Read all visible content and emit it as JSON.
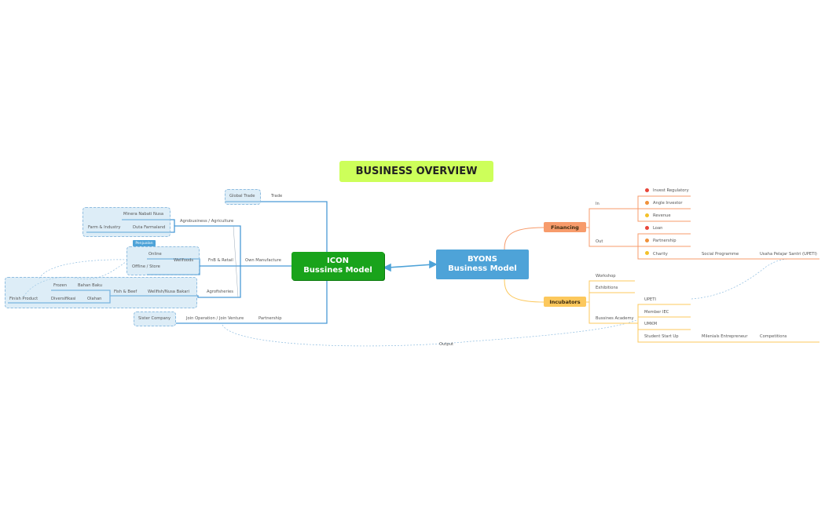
{
  "title": "BUSINESS OVERVIEW",
  "center_left": {
    "line1": "ICON",
    "line2": "Bussines Model"
  },
  "center_right": {
    "line1": "BYONS",
    "line2": "Business Model"
  },
  "left": {
    "global_trade": "Global Trade",
    "trade": "Trade",
    "minera": "Minera Nabati Nusa",
    "agrobusiness": "Agrobusiness / Agriculture",
    "farm_industry": "Farm & Industry",
    "duta": "Duta Farmaland",
    "penjualan": "Penjualan",
    "online": "Online",
    "wellfoods": "Wellfoods",
    "fnb": "FnB & Retail",
    "own_manufacture": "Own Manufacture",
    "offline": "Offline / Store",
    "frozen": "Frozen",
    "bahan_baku": "Bahan Baku",
    "fish_beef": "Fish & Beef",
    "wellfish": "Wellfish/Nusa Bakari",
    "agrofisheries": "Agrofisheries",
    "finish_product": "Finish Product",
    "diversifikasi": "Diversifikasi",
    "olahan": "Olahan",
    "sister_company": "Sister Company",
    "join_op": "Join Operation / Join Venture",
    "partnership": "Partnership",
    "output": "Output"
  },
  "right": {
    "financing": "Financing",
    "in": "In",
    "out": "Out",
    "invest_regulatory": "Invest Regulatory",
    "angle_investor": "Angle Investor",
    "revenue": "Revenue",
    "loan": "Loan",
    "partnership": "Partnership",
    "charity": "Charity",
    "social_programme": "Social Programme",
    "upeti_full": "Usaha Pelajar Santri (UPETI)",
    "incubators": "Incubators",
    "workshop": "Workshop",
    "exhibitions": "Exhibitions",
    "bussines_academy": "Bussines Academy",
    "upeti": "UPETI",
    "member_iec": "Member IEC",
    "umkm": "UMKM",
    "student_start_up": "Student Start Up",
    "milenials": "Milenials Entrepreneur",
    "competitions": "Competitions"
  },
  "colors": {
    "title_bg": "#cdff5a",
    "icon_node": "#19a31b",
    "byons_node": "#4ea3d8",
    "financing": "#f79b6b",
    "incubators": "#fcc85c",
    "left_lines": "#4a9ad6"
  }
}
